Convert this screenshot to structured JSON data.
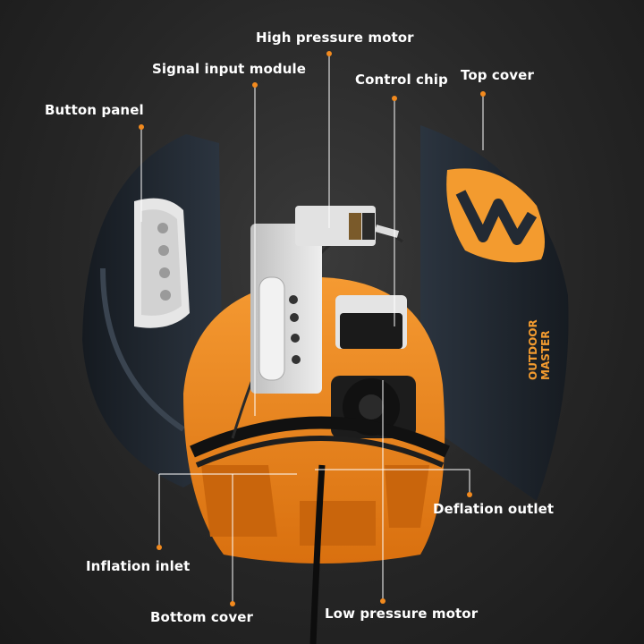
{
  "labels": {
    "high_pressure_motor": "High pressure motor",
    "signal_input_module": "Signal input module",
    "control_chip": "Control chip",
    "top_cover": "Top cover",
    "button_panel": "Button panel",
    "deflation_outlet": "Deflation outlet",
    "inflation_inlet": "Inflation inlet",
    "bottom_cover": "Bottom cover",
    "low_pressure_motor": "Low pressure motor"
  },
  "logo_text": {
    "line1": "OUTDOOR",
    "line2": "MASTER"
  },
  "colors": {
    "background": "#262626",
    "shell": "#232a33",
    "accent_orange": "#f28a1e",
    "leader": "#ffffff",
    "dot": "#f28a1e",
    "module": "#d7d7d7"
  }
}
